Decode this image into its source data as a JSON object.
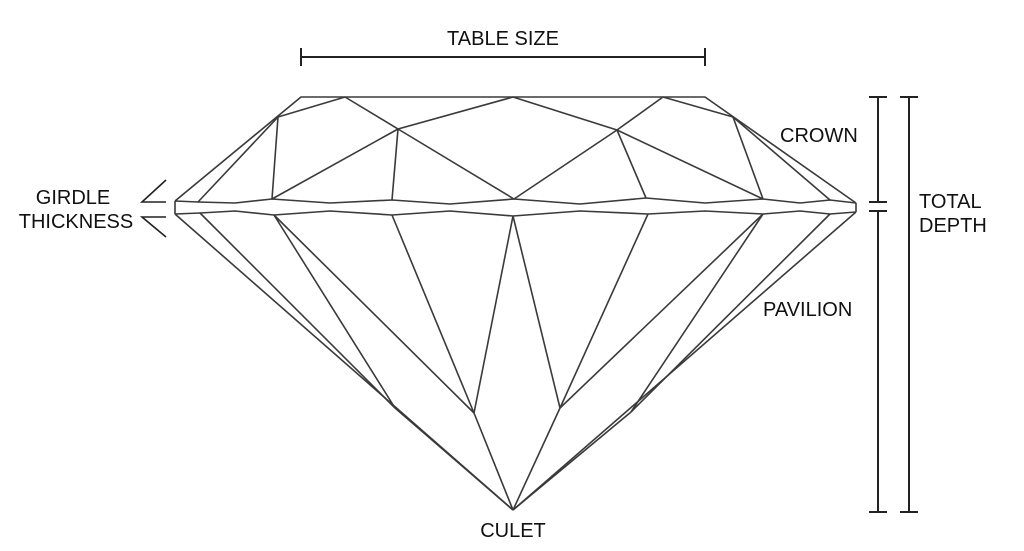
{
  "labels": {
    "table_size": "TABLE SIZE",
    "crown": "CROWN",
    "girdle_line1": "GIRDLE",
    "girdle_line2": "THICKNESS",
    "total_line1": "TOTAL",
    "total_line2": "DEPTH",
    "pavilion": "PAVILION",
    "culet": "CULET"
  },
  "colors": {
    "line": "#3a3a3a",
    "text": "#111111",
    "background": "#ffffff"
  }
}
